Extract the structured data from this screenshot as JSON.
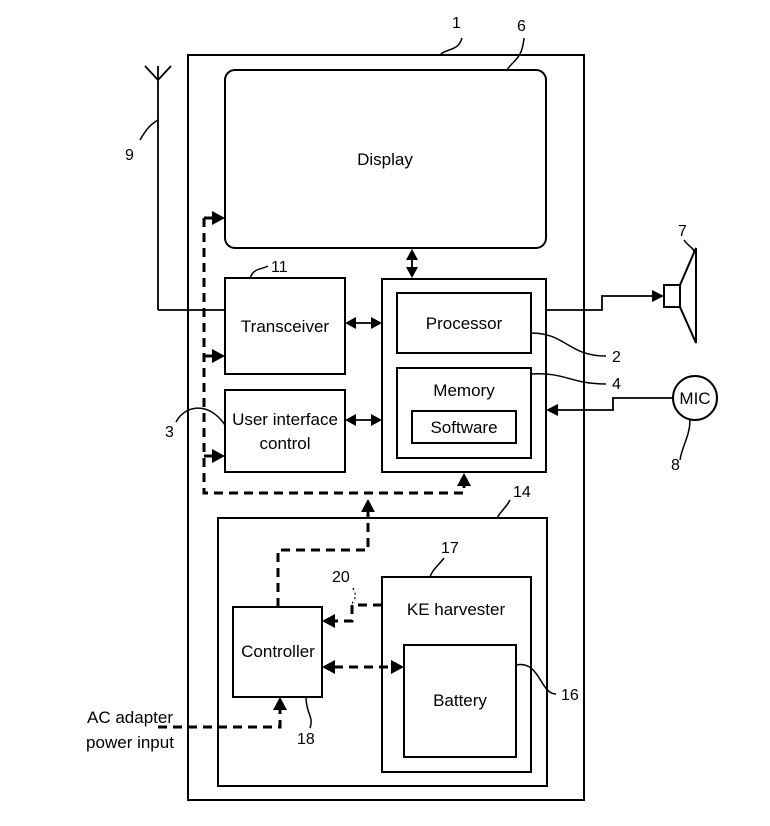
{
  "labels": {
    "display": "Display",
    "transceiver": "Transceiver",
    "processor": "Processor",
    "memory": "Memory",
    "software": "Software",
    "ui_control_line1": "User interface",
    "ui_control_line2": "control",
    "mic": "MIC",
    "ke_harvester": "KE harvester",
    "controller": "Controller",
    "battery": "Battery",
    "ac_input_line1": "AC adapter",
    "ac_input_line2": "power input"
  },
  "refs": {
    "device": "1",
    "processor": "2",
    "ui_control": "3",
    "memory": "4",
    "display": "6",
    "speaker": "7",
    "mic": "8",
    "antenna": "9",
    "transceiver": "11",
    "power_module": "14",
    "battery": "16",
    "ke_harvester": "17",
    "controller": "18",
    "signal_path": "20"
  }
}
